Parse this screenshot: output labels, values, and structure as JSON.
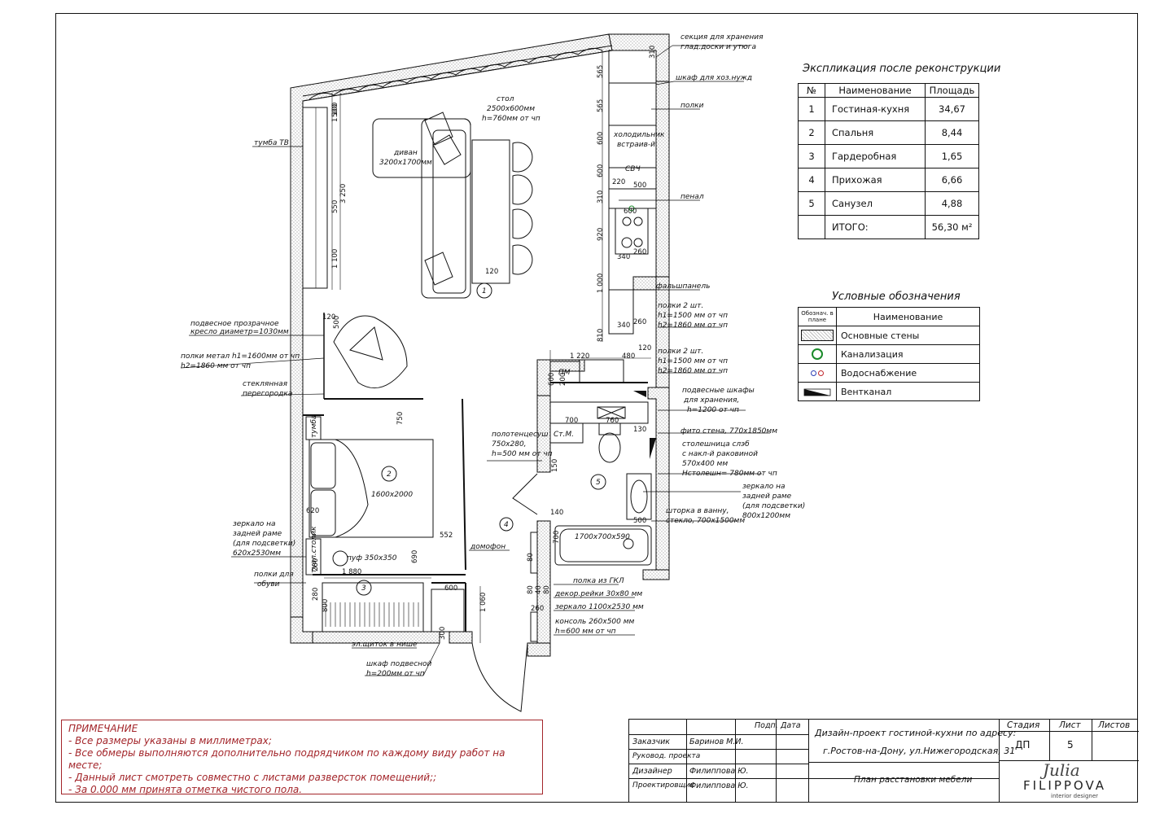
{
  "explication": {
    "title": "Экспликация после реконструкции",
    "headers": [
      "№",
      "Наименование",
      "Площадь"
    ],
    "rows": [
      {
        "n": "1",
        "name": "Гостиная-кухня",
        "area": "34,67"
      },
      {
        "n": "2",
        "name": "Спальня",
        "area": "8,44"
      },
      {
        "n": "3",
        "name": "Гардеробная",
        "area": "1,65"
      },
      {
        "n": "4",
        "name": "Прихожая",
        "area": "6,66"
      },
      {
        "n": "5",
        "name": "Санузел",
        "area": "4,88"
      }
    ],
    "total_label": "ИТОГО:",
    "total_value": "56,30 м²"
  },
  "legend": {
    "title": "Условные обозначения",
    "header_symbol": "Обознач. в плане",
    "header_name": "Наименование",
    "items": [
      {
        "name": "Основные стены",
        "icon": "hatched-wall-icon"
      },
      {
        "name": "Канализация",
        "icon": "green-circle-icon",
        "color": "#1a8a2a"
      },
      {
        "name": "Водоснабжение",
        "icon": "water-supply-icon",
        "colors": [
          "#c0262c",
          "#2b3fb5"
        ]
      },
      {
        "name": "Вентканал",
        "icon": "vent-channel-icon"
      }
    ]
  },
  "note": {
    "heading": "ПРИМЕЧАНИЕ",
    "lines": [
      "- Все размеры указаны в миллиметрах;",
      "- Все обмеры выполняются дополнительно подрядчиком по каждому виду работ на месте;",
      "- Данный лист смотреть совместно с листами разверсток помещений;;",
      "- За 0.000 мм принята отметка чистого пола."
    ],
    "color": "#a3252a"
  },
  "title_block": {
    "col_podp": "Подп.",
    "col_data": "Дата",
    "roles": [
      {
        "role": "Заказчик",
        "person": "Баринов М.И."
      },
      {
        "role": "Руковод. проекта",
        "person": ""
      },
      {
        "role": "Дизайнер",
        "person": "Филиппова Ю."
      },
      {
        "role": "Проектировщик",
        "person": "Филиппова Ю."
      }
    ],
    "project_line1": "Дизайн-проект гостиной-кухни по адресу:",
    "project_line2": "г.Ростов-на-Дону, ул.Нижегородская, 31",
    "sheet_name": "План расстановки мебели",
    "stage_label": "Стадия",
    "sheet_label": "Лист",
    "sheets_label": "Листов",
    "stage": "ДП",
    "sheet": "5",
    "sheets": "",
    "logo_script": "Julia",
    "logo_name": "FILIPPOVA",
    "logo_sub": "interior designer"
  },
  "plan": {
    "labels": {
      "storage_section": "секция для хранения",
      "storage_section2": "глад.доски и утюга",
      "household_cabinet": "шкаф для хоз.нужд",
      "shelves": "полки",
      "fridge": "холодильник",
      "fridge2": "встраив-й",
      "microwave": "СВЧ",
      "pencil_case": "пенал",
      "false_panel": "фальшпанель",
      "table": "стол",
      "table_size": "2500х600мм",
      "table_height": "h=760мм от чп",
      "sofa": "диван",
      "sofa_size": "3200х1700мм",
      "tv_stand": "тумба ТВ",
      "hanging_chair": "подвесное прозрачное",
      "hanging_chair2": "кресло диаметр=1030мм",
      "metal_shelves": "полки метал h1=1600мм от чп",
      "metal_shelves2": "h2=1860 мм от чп",
      "glass_partition": "стеклянная",
      "glass_partition2": "перегородка",
      "shelves2_a": "полки 2 шт.",
      "shelves2_b": "h1=1500 мм от чп",
      "shelves2_c": "h2=1860 мм от чп",
      "shelves3_a": "полки 2 шт.",
      "shelves3_b": "h1=1500 мм от чп",
      "shelves3_c": "h2=1860 мм от чп",
      "wall_cabinets": "подвесные шкафы",
      "wall_cabinets2": "для хранения,",
      "wall_cabinets3": "h=1200 от чп",
      "towel_dryer": "полотенцесуш",
      "towel_dryer2": "750х280,",
      "towel_dryer3": "h=500 мм от чп",
      "phyto_wall": "фито стена, 770х1850мм",
      "countertop": "столешница слэб",
      "countertop2": "с накл-й раковиной",
      "countertop3": "570х400 мм",
      "countertop4": "Нстолешн= 780мм от чп",
      "mirror_bath": "зеркало на",
      "mirror_bath2": "задней раме",
      "mirror_bath3": "(для подсветки)",
      "mirror_bath4": "800х1200мм",
      "bath_curtain": "шторка в ванну,",
      "bath_curtain2": "стекло, 700х1500мм",
      "bathtub": "1700х700х590",
      "gkl_shelf": "полка из ГКЛ",
      "decor_slats": "декор.рейки 30х80 мм",
      "mirror_hall": "зеркало 1100х2530 мм",
      "console": "консоль 260х500 мм",
      "console2": "h=600 мм от чп",
      "intercom": "домофон",
      "electric_panel": "эл.щиток в нише",
      "hanging_wardrobe": "шкаф подвесной",
      "hanging_wardrobe2": "h=200мм от чп",
      "shoe_shelves": "полки для",
      "shoe_shelves2": "обуви",
      "mirror_bed": "зеркало на",
      "mirror_bed2": "задней раме",
      "mirror_bed3": "(для подсветки)",
      "mirror_bed4": "620х2530мм",
      "pouf": "пуф 350х350",
      "bed_size": "1600х2000",
      "dishwasher": "ПМ",
      "washer": "Ст.М.",
      "nightstand": "тумба",
      "dressing_table": "туал.столик",
      "room1": "1",
      "room2": "2",
      "room3": "3",
      "room4": "4",
      "room5": "5"
    },
    "dims": {
      "d310a": "310",
      "d565a": "565",
      "d565b": "565",
      "d600a": "600",
      "d600b": "600",
      "d310b": "310",
      "d920": "920",
      "d1000": "1 000",
      "d810": "810",
      "d220": "220",
      "d500a": "500",
      "d600c": "600",
      "d340a": "340",
      "d260a": "260",
      "d340b": "340",
      "d260b": "260",
      "d120a": "120",
      "d1220": "1 220",
      "d480": "480",
      "d600d": "600",
      "d200": "200",
      "d700a": "700",
      "d760": "760",
      "d130": "130",
      "d500b": "500",
      "d140": "140",
      "d150": "150",
      "d700b": "700",
      "d120b": "120",
      "d500c": "500",
      "d1100a": "1 100",
      "d3250": "3 250",
      "d550": "550",
      "d1100b": "1 100",
      "d500d": "500",
      "d750": "750",
      "d552": "552",
      "d690": "690",
      "d1880": "1 880",
      "d280a": "280",
      "d280b": "280",
      "d800": "800",
      "d600e": "600",
      "d1060": "1 060",
      "d300": "300",
      "d80a": "80",
      "d40": "40",
      "d80b": "80",
      "d80c": "80",
      "d260c": "260",
      "d120c": "120",
      "d620": "620"
    }
  }
}
